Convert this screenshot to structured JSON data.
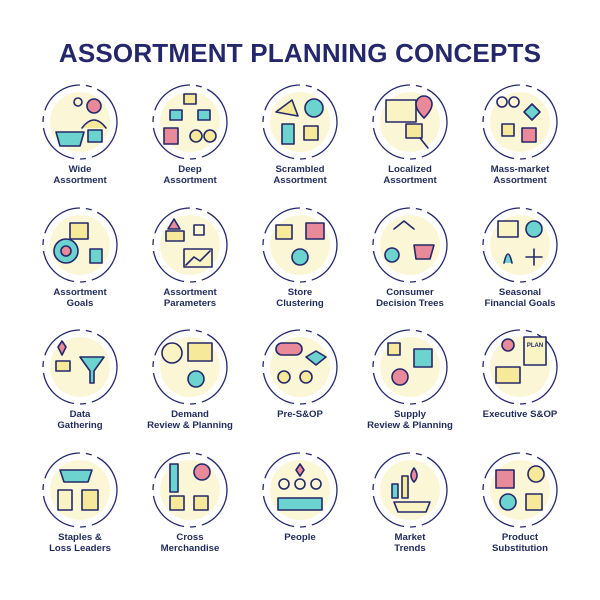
{
  "title": "ASSORTMENT PLANNING CONCEPTS",
  "colors": {
    "outline": "#24286b",
    "yellow": "#f6e99a",
    "yellow_soft": "#faf3c4",
    "teal": "#6dd3cf",
    "rose": "#e98a9a",
    "circle": "#24286b"
  },
  "items": [
    {
      "icon": "wide-assortment-icon",
      "lines": [
        "Wide",
        "Assortment"
      ]
    },
    {
      "icon": "deep-assortment-icon",
      "lines": [
        "Deep",
        "Assortment"
      ]
    },
    {
      "icon": "scrambled-assortment-icon",
      "lines": [
        "Scrambled",
        "Assortment"
      ]
    },
    {
      "icon": "localized-assortment-icon",
      "lines": [
        "Localized",
        "Assortment"
      ]
    },
    {
      "icon": "mass-market-assortment-icon",
      "lines": [
        "Mass-market",
        "Assortment"
      ]
    },
    {
      "icon": "assortment-goals-icon",
      "lines": [
        "Assortment",
        "Goals"
      ]
    },
    {
      "icon": "assortment-parameters-icon",
      "lines": [
        "Assortment",
        "Parameters"
      ]
    },
    {
      "icon": "store-clustering-icon",
      "lines": [
        "Store",
        "Clustering"
      ]
    },
    {
      "icon": "consumer-decision-trees-icon",
      "lines": [
        "Consumer",
        "Decision Trees"
      ]
    },
    {
      "icon": "seasonal-financial-goals-icon",
      "lines": [
        "Seasonal",
        "Financial Goals"
      ]
    },
    {
      "icon": "data-gathering-icon",
      "lines": [
        "Data",
        "Gathering"
      ]
    },
    {
      "icon": "demand-review-planning-icon",
      "lines": [
        "Demand",
        "Review & Planning"
      ]
    },
    {
      "icon": "pre-sop-icon",
      "lines": [
        "Pre-S&OP"
      ]
    },
    {
      "icon": "supply-review-planning-icon",
      "lines": [
        "Supply",
        "Review & Planning"
      ]
    },
    {
      "icon": "executive-sop-icon",
      "lines": [
        "Executive S&OP"
      ]
    },
    {
      "icon": "staples-loss-leaders-icon",
      "lines": [
        "Staples &",
        "Loss Leaders"
      ]
    },
    {
      "icon": "cross-merchandise-icon",
      "lines": [
        "Cross",
        "Merchandise"
      ]
    },
    {
      "icon": "people-icon",
      "lines": [
        "People"
      ]
    },
    {
      "icon": "market-trends-icon",
      "lines": [
        "Market",
        "Trends"
      ]
    },
    {
      "icon": "product-substitution-icon",
      "lines": [
        "Product",
        "Substitution"
      ]
    }
  ],
  "executive_plan_text": "PLAN"
}
